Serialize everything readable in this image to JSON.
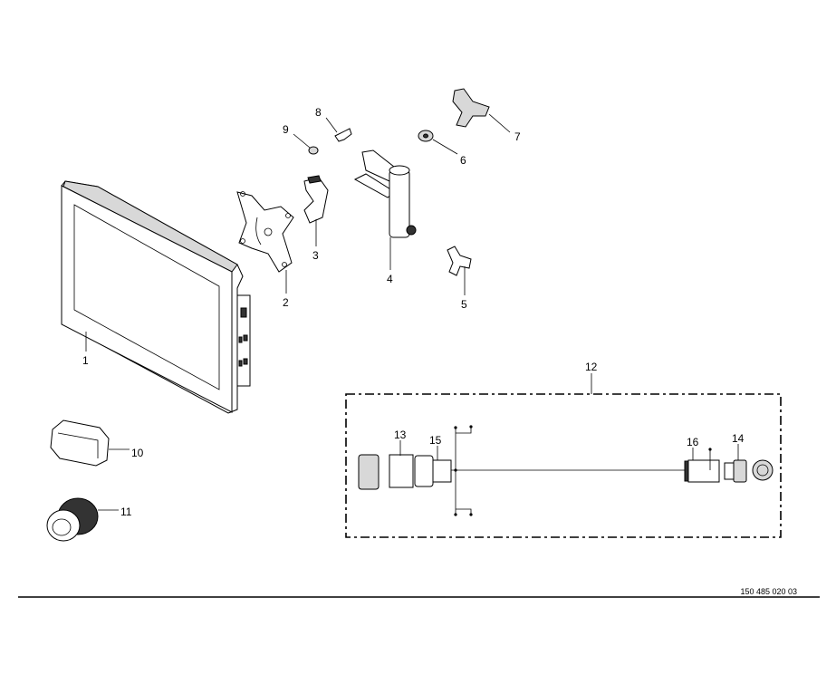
{
  "diagram": {
    "document_number": "150 485 020 03",
    "callouts": {
      "c1": "1",
      "c2": "2",
      "c3": "3",
      "c4": "4",
      "c5": "5",
      "c6": "6",
      "c7": "7",
      "c8": "8",
      "c9": "9",
      "c10": "10",
      "c11": "11",
      "c12": "12",
      "c13": "13",
      "c14": "14",
      "c15": "15",
      "c16": "16"
    }
  }
}
